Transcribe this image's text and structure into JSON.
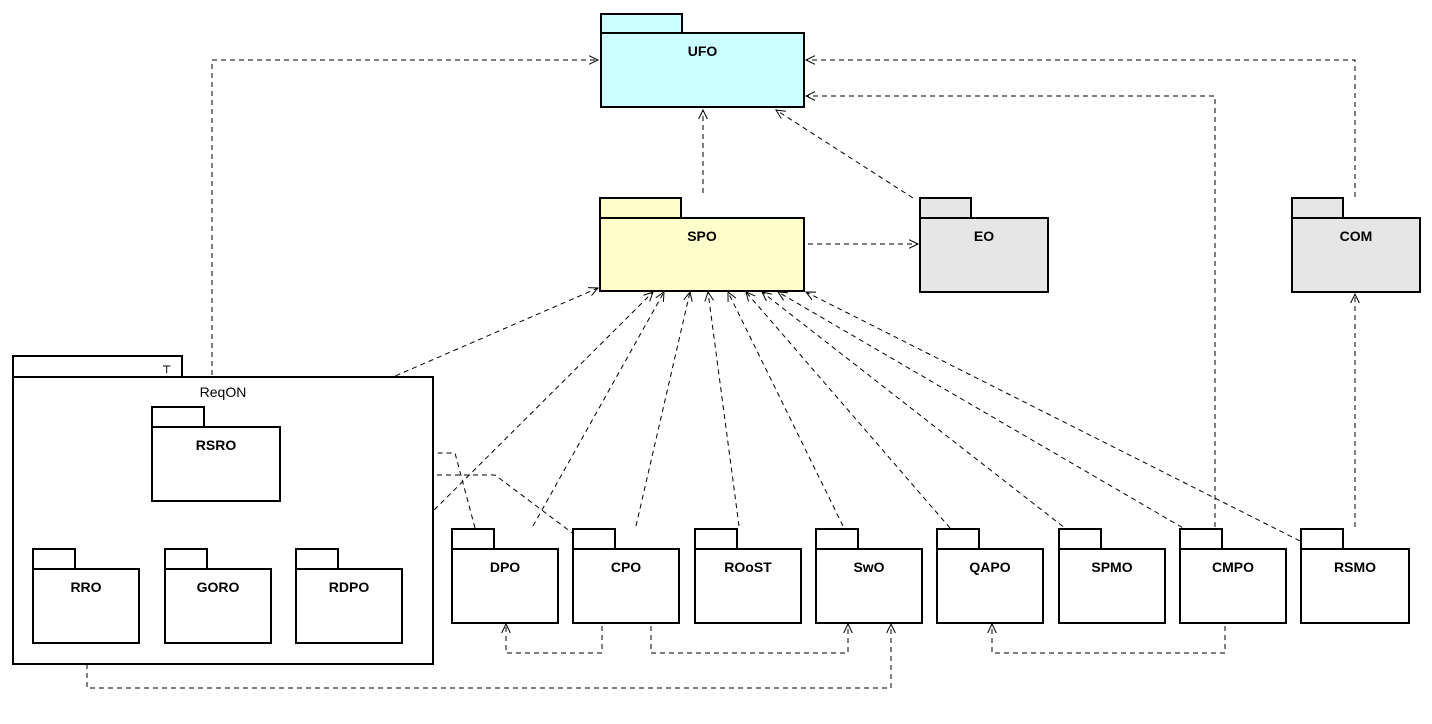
{
  "colors": {
    "ufo_fill": "#ccffff",
    "spo_fill": "#ffffcc",
    "external_fill": "#e6e6e6",
    "default_fill": "#ffffff",
    "line": "#000000"
  },
  "packages": {
    "ufo": {
      "label": "UFO"
    },
    "spo": {
      "label": "SPO"
    },
    "eo": {
      "label": "EO"
    },
    "com": {
      "label": "COM"
    },
    "reqon": {
      "label": "ReqON",
      "tab_icon": "subsystem-fork-icon"
    },
    "rsro": {
      "label": "RSRO"
    },
    "rro": {
      "label": "RRO"
    },
    "goro": {
      "label": "GORO"
    },
    "rdpo": {
      "label": "RDPO"
    },
    "dpo": {
      "label": "DPO"
    },
    "cpo": {
      "label": "CPO"
    },
    "roost": {
      "label": "ROoST"
    },
    "swo": {
      "label": "SwO"
    },
    "qapo": {
      "label": "QAPO"
    },
    "spmo": {
      "label": "SPMO"
    },
    "cmpo": {
      "label": "CMPO"
    },
    "rsmo": {
      "label": "RSMO"
    }
  },
  "dependencies": [
    {
      "from": "spo",
      "to": "ufo"
    },
    {
      "from": "eo",
      "to": "ufo"
    },
    {
      "from": "com",
      "to": "ufo"
    },
    {
      "from": "cmpo",
      "to": "ufo"
    },
    {
      "from": "reqon",
      "to": "ufo"
    },
    {
      "from": "spo",
      "to": "eo"
    },
    {
      "from": "rsro",
      "to": "spo"
    },
    {
      "from": "rdpo",
      "to": "spo"
    },
    {
      "from": "dpo",
      "to": "spo"
    },
    {
      "from": "cpo",
      "to": "spo"
    },
    {
      "from": "roost",
      "to": "spo"
    },
    {
      "from": "swo",
      "to": "spo"
    },
    {
      "from": "qapo",
      "to": "spo"
    },
    {
      "from": "spmo",
      "to": "spo"
    },
    {
      "from": "cmpo",
      "to": "spo"
    },
    {
      "from": "rsmo",
      "to": "spo"
    },
    {
      "from": "rsmo",
      "to": "com"
    },
    {
      "from": "rro",
      "to": "rsro"
    },
    {
      "from": "goro",
      "to": "rsro"
    },
    {
      "from": "rdpo",
      "to": "rsro"
    },
    {
      "from": "dpo",
      "to": "rsro"
    },
    {
      "from": "cpo",
      "to": "rsro"
    },
    {
      "from": "cpo",
      "to": "dpo"
    },
    {
      "from": "cpo",
      "to": "swo"
    },
    {
      "from": "rro",
      "to": "swo"
    },
    {
      "from": "cmpo",
      "to": "qapo"
    }
  ]
}
